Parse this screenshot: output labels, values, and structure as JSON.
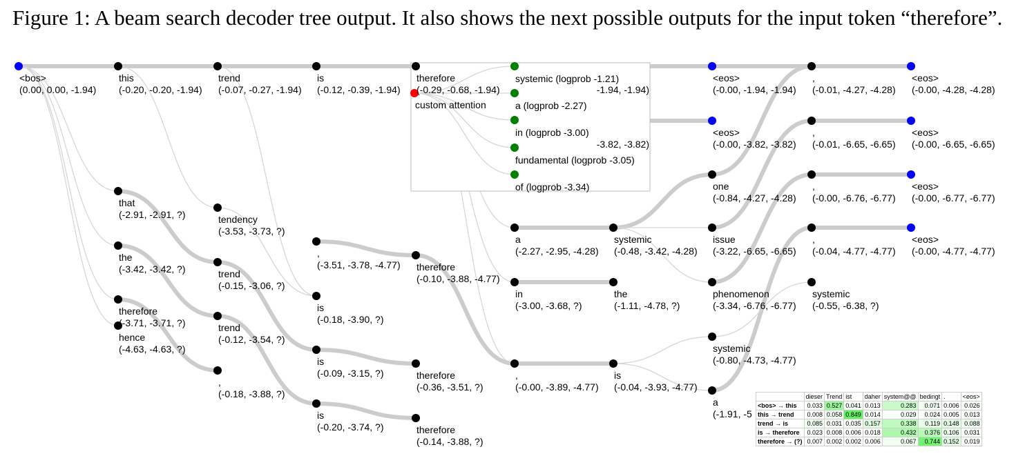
{
  "caption": "Figure 1: A beam search decoder tree output. It also shows the next possible outputs for the input token “therefore”.",
  "colors": {
    "edge_main": "#cccccc",
    "edge_thin": "#d6d6d6",
    "node_default": "#000000",
    "node_end": "#0000ff",
    "node_selected": "#ff0000",
    "node_candidate": "#008000",
    "heat_high": "#44ee44",
    "heat_low": "#ffffff"
  },
  "nodes": [
    {
      "id": "bos",
      "word": "<bos>",
      "score": "(0.00, 0.00, -1.94)",
      "kind": "end"
    },
    {
      "id": "this",
      "word": "this",
      "score": "(-0.20, -0.20, -1.94)"
    },
    {
      "id": "trend1",
      "word": "trend",
      "score": "(-0.07, -0.27, -1.94)"
    },
    {
      "id": "is1",
      "word": "is",
      "score": "(-0.12, -0.39, -1.94)"
    },
    {
      "id": "therefore1",
      "word": "therefore",
      "score": "(-0.29, -0.68, -1.94)"
    },
    {
      "id": "ca",
      "word": "custom attention",
      "score": "",
      "kind": "selected"
    },
    {
      "id": "sys1",
      "word": "systemic (logprob -1.21)",
      "score": "",
      "kind": "candidate"
    },
    {
      "id": "a1",
      "word": "a (logprob -2.27)",
      "score": "",
      "kind": "candidate"
    },
    {
      "id": "in1",
      "word": "in (logprob -3.00)",
      "score": "",
      "kind": "candidate"
    },
    {
      "id": "fund1",
      "word": "fundamental (logprob -3.05)",
      "score": "",
      "kind": "candidate"
    },
    {
      "id": "of1",
      "word": "of (logprob -3.34)",
      "score": "",
      "kind": "candidate"
    },
    {
      "id": "p1",
      "word": "",
      "score": "-1.94, -1.94)"
    },
    {
      "id": "p2",
      "word": "",
      "score": "-3.82, -3.82)"
    },
    {
      "id": "eos1",
      "word": "<eos>",
      "score": "(-0.00, -1.94, -1.94)",
      "kind": "end"
    },
    {
      "id": "eos2",
      "word": "<eos>",
      "score": "(-0.00, -3.82, -3.82)",
      "kind": "end"
    },
    {
      "id": "one",
      "word": "one",
      "score": "(-0.84, -4.27, -4.28)"
    },
    {
      "id": "issue",
      "word": "issue",
      "score": "(-3.22, -6.65, -6.65)"
    },
    {
      "id": "phen",
      "word": "phenomenon",
      "score": "(-3.34, -6.76, -6.77)"
    },
    {
      "id": "sys4",
      "word": "systemic",
      "score": "(-0.80, -4.73, -4.77)"
    },
    {
      "id": "a4",
      "word": "a",
      "score": "(-1.91, -5"
    },
    {
      "id": "c1",
      "word": ",",
      "score": "(-0.01, -4.27, -4.28)"
    },
    {
      "id": "c2",
      "word": ",",
      "score": "(-0.01, -6.65, -6.65)"
    },
    {
      "id": "c3",
      "word": ",",
      "score": "(-0.00, -6.76, -6.77)"
    },
    {
      "id": "c4",
      "word": ",",
      "score": "(-0.04, -4.77, -4.77)"
    },
    {
      "id": "sys5",
      "word": "systemic",
      "score": "(-0.55, -6.38, ?)"
    },
    {
      "id": "eos3",
      "word": "<eos>",
      "score": "(-0.00, -4.28, -4.28)",
      "kind": "end"
    },
    {
      "id": "eos4",
      "word": "<eos>",
      "score": "(-0.00, -6.65, -6.65)",
      "kind": "end"
    },
    {
      "id": "eos5",
      "word": "<eos>",
      "score": "(-0.00, -6.77, -6.77)",
      "kind": "end"
    },
    {
      "id": "eos6",
      "word": "<eos>",
      "score": "(-0.00, -4.77, -4.77)",
      "kind": "end"
    },
    {
      "id": "that",
      "word": "that",
      "score": "(-2.91, -2.91, ?)"
    },
    {
      "id": "the1",
      "word": "the",
      "score": "(-3.42, -3.42, ?)"
    },
    {
      "id": "therefore2",
      "word": "therefore",
      "score": "(-3.71, -3.71, ?)"
    },
    {
      "id": "hence",
      "word": "hence",
      "score": "(-4.63, -4.63, ?)"
    },
    {
      "id": "tendency",
      "word": "tendency",
      "score": "(-3.53, -3.73, ?)"
    },
    {
      "id": "trend2",
      "word": "trend",
      "score": "(-0.15, -3.06, ?)"
    },
    {
      "id": "trend3",
      "word": "trend",
      "score": "(-0.12, -3.54, ?)"
    },
    {
      "id": "comma2",
      "word": ",",
      "score": "(-0.18, -3.88, ?)"
    },
    {
      "id": "comma3",
      "word": ",",
      "score": "(-3.51, -3.78, -4.77)"
    },
    {
      "id": "is2",
      "word": "is",
      "score": "(-0.18, -3.90, ?)"
    },
    {
      "id": "is3",
      "word": "is",
      "score": "(-0.09, -3.15, ?)"
    },
    {
      "id": "is4",
      "word": "is",
      "score": "(-0.20, -3.74, ?)"
    },
    {
      "id": "therefore3",
      "word": "therefore",
      "score": "(-0.10, -3.88, -4.77)"
    },
    {
      "id": "therefore4",
      "word": "therefore",
      "score": "(-0.36, -3.51, ?)"
    },
    {
      "id": "therefore5",
      "word": "therefore",
      "score": "(-0.14, -3.88, ?)"
    },
    {
      "id": "a2",
      "word": "a",
      "score": "(-2.27, -2.95, -4.28)"
    },
    {
      "id": "in2",
      "word": "in",
      "score": "(-3.00, -3.68, ?)"
    },
    {
      "id": "comma4",
      "word": ",",
      "score": "(-0.00, -3.89, -4.77)"
    },
    {
      "id": "sys3",
      "word": "systemic",
      "score": "(-0.48, -3.42, -4.28)"
    },
    {
      "id": "the2",
      "word": "the",
      "score": "(-1.11, -4.78, ?)"
    },
    {
      "id": "is5",
      "word": "is",
      "score": "(-0.04, -3.93, -4.77)"
    }
  ],
  "edges": [
    [
      "bos",
      "this",
      "main"
    ],
    [
      "this",
      "trend1",
      "main"
    ],
    [
      "trend1",
      "is1",
      "main"
    ],
    [
      "is1",
      "therefore1",
      "main"
    ],
    [
      "therefore1",
      "p1",
      "main"
    ],
    [
      "therefore1",
      "p2",
      "main"
    ],
    [
      "p1",
      "eos1",
      "main"
    ],
    [
      "p2",
      "eos2",
      "main"
    ],
    [
      "bos",
      "that",
      "thin"
    ],
    [
      "bos",
      "the1",
      "thin"
    ],
    [
      "bos",
      "therefore2",
      "thin"
    ],
    [
      "bos",
      "hence",
      "thin"
    ],
    [
      "this",
      "tendency",
      "thin"
    ],
    [
      "that",
      "trend2",
      "main"
    ],
    [
      "the1",
      "trend3",
      "main"
    ],
    [
      "therefore2",
      "comma2",
      "main"
    ],
    [
      "trend1",
      "is2",
      "thin"
    ],
    [
      "tendency",
      "is2",
      "thin"
    ],
    [
      "trend2",
      "is3",
      "main"
    ],
    [
      "trend3",
      "is4",
      "main"
    ],
    [
      "comma3",
      "therefore3",
      "main"
    ],
    [
      "is3",
      "therefore4",
      "main"
    ],
    [
      "is4",
      "therefore5",
      "main"
    ],
    [
      "therefore1",
      "a2",
      "thin"
    ],
    [
      "therefore1",
      "in2",
      "thin"
    ],
    [
      "therefore1",
      "comma4",
      "thin"
    ],
    [
      "therefore3",
      "comma4",
      "main"
    ],
    [
      "a2",
      "sys3",
      "main"
    ],
    [
      "in2",
      "the2",
      "main"
    ],
    [
      "comma4",
      "is5",
      "main"
    ],
    [
      "sys3",
      "one",
      "main"
    ],
    [
      "sys3",
      "issue",
      "thin"
    ],
    [
      "sys3",
      "phen",
      "thin"
    ],
    [
      "is5",
      "sys4",
      "thin"
    ],
    [
      "is5",
      "a4",
      "thin"
    ],
    [
      "p1",
      "c1",
      "main"
    ],
    [
      "one",
      "c1",
      "main"
    ],
    [
      "issue",
      "c2",
      "main"
    ],
    [
      "phen",
      "c3",
      "main"
    ],
    [
      "a4",
      "c4",
      "main"
    ],
    [
      "sys4",
      "sys5",
      "thin"
    ],
    [
      "c1",
      "eos3",
      "main"
    ],
    [
      "c2",
      "eos4",
      "main"
    ],
    [
      "c3",
      "eos5",
      "main"
    ],
    [
      "c4",
      "eos6",
      "main"
    ],
    [
      "ca",
      "sys1",
      "thin"
    ],
    [
      "ca",
      "a1",
      "thin"
    ],
    [
      "ca",
      "in1",
      "thin"
    ],
    [
      "ca",
      "fund1",
      "thin"
    ],
    [
      "ca",
      "of1",
      "thin"
    ]
  ],
  "attention": {
    "columns": [
      "dieser",
      "Trend",
      "ist",
      "daher",
      "system@@",
      "bedingt",
      ".",
      "<eos>"
    ],
    "rows": [
      {
        "label": "<bos> → this",
        "values": [
          "0.033",
          "0.527",
          "0.041",
          "0.013",
          "0.283",
          "0.071",
          "0.006",
          "0.026"
        ]
      },
      {
        "label": "this → trend",
        "values": [
          "0.008",
          "0.058",
          "0.849",
          "0.014",
          "0.029",
          "0.024",
          "0.005",
          "0.013"
        ]
      },
      {
        "label": "trend → is",
        "values": [
          "0.085",
          "0.031",
          "0.035",
          "0.157",
          "0.338",
          "0.119",
          "0.148",
          "0.088"
        ]
      },
      {
        "label": "is → therefore",
        "values": [
          "0.023",
          "0.008",
          "0.006",
          "0.018",
          "0.432",
          "0.376",
          "0.106",
          "0.031"
        ]
      },
      {
        "label": "therefore → (?)",
        "values": [
          "0.007",
          "0.002",
          "0.002",
          "0.006",
          "0.067",
          "0.744",
          "0.152",
          "0.019"
        ]
      }
    ]
  }
}
